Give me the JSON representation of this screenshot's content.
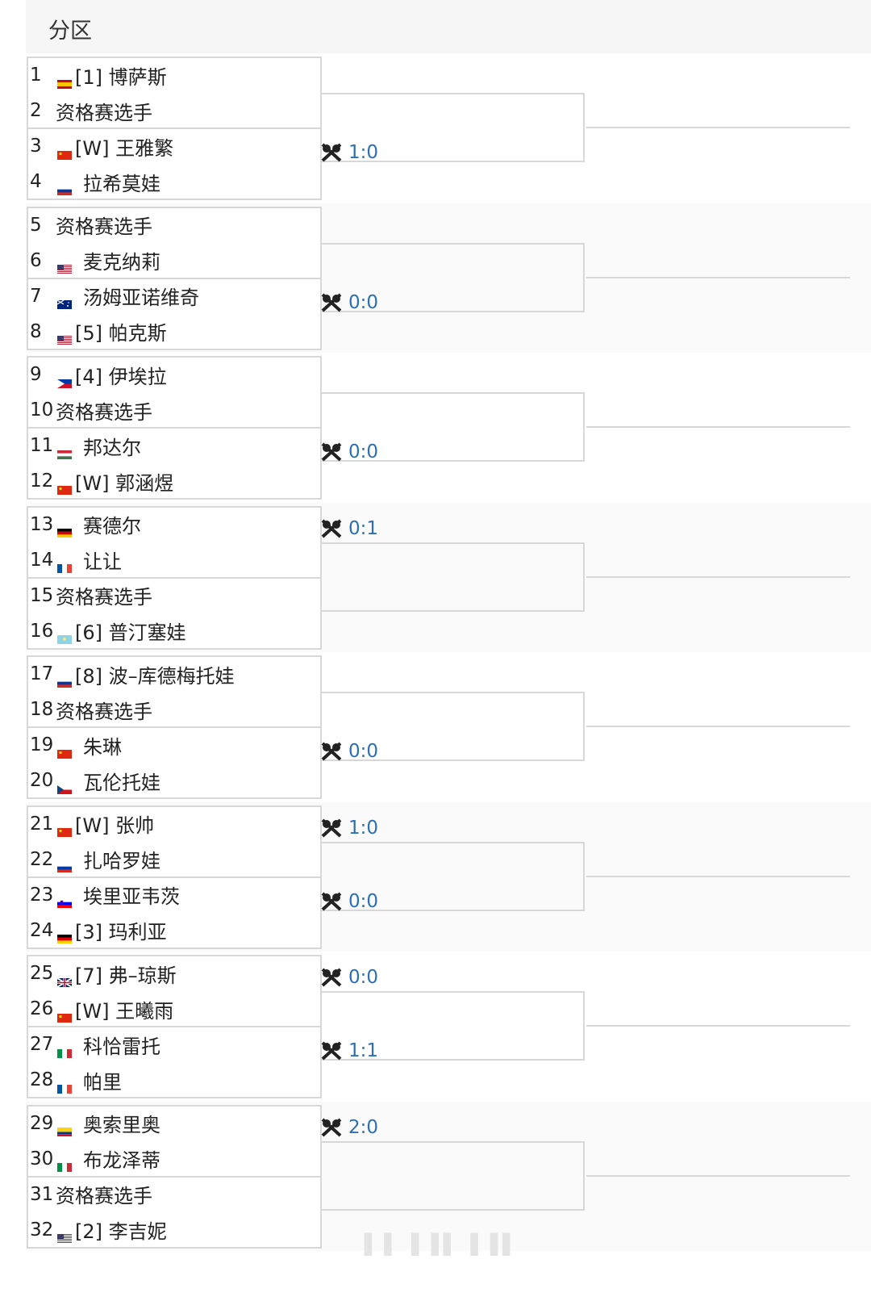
{
  "header": {
    "title": "分区"
  },
  "h2h_icon": "crossed-rackets-icon",
  "colors": {
    "h2h_text": "#2d6fb7",
    "line": "#d8d8d8"
  },
  "players": [
    {
      "seed": "1",
      "flag": "spain",
      "name": "[1] 博萨斯"
    },
    {
      "seed": "2",
      "flag": "",
      "name": "资格赛选手"
    },
    {
      "seed": "3",
      "flag": "china",
      "name": "[W] 王雅繁"
    },
    {
      "seed": "4",
      "flag": "russia",
      "name": "拉希莫娃"
    },
    {
      "seed": "5",
      "flag": "",
      "name": "资格赛选手"
    },
    {
      "seed": "6",
      "flag": "usa",
      "name": "麦克纳莉"
    },
    {
      "seed": "7",
      "flag": "australia",
      "name": "汤姆亚诺维奇"
    },
    {
      "seed": "8",
      "flag": "usa",
      "name": "[5] 帕克斯"
    },
    {
      "seed": "9",
      "flag": "philippines",
      "name": "[4] 伊埃拉"
    },
    {
      "seed": "10",
      "flag": "",
      "name": "资格赛选手"
    },
    {
      "seed": "11",
      "flag": "hungary",
      "name": "邦达尔"
    },
    {
      "seed": "12",
      "flag": "china",
      "name": "[W] 郭涵煜"
    },
    {
      "seed": "13",
      "flag": "germany",
      "name": "赛德尔"
    },
    {
      "seed": "14",
      "flag": "france",
      "name": "让让"
    },
    {
      "seed": "15",
      "flag": "",
      "name": "资格赛选手"
    },
    {
      "seed": "16",
      "flag": "kazakhstan",
      "name": "[6] 普汀塞娃"
    },
    {
      "seed": "17",
      "flag": "russia",
      "name": "[8] 波–库德梅托娃"
    },
    {
      "seed": "18",
      "flag": "",
      "name": "资格赛选手"
    },
    {
      "seed": "19",
      "flag": "china",
      "name": "朱琳"
    },
    {
      "seed": "20",
      "flag": "czech",
      "name": "瓦伦托娃"
    },
    {
      "seed": "21",
      "flag": "china",
      "name": "[W] 张帅"
    },
    {
      "seed": "22",
      "flag": "russia",
      "name": "扎哈罗娃"
    },
    {
      "seed": "23",
      "flag": "slovenia",
      "name": "埃里亚韦茨"
    },
    {
      "seed": "24",
      "flag": "germany",
      "name": "[3] 玛利亚"
    },
    {
      "seed": "25",
      "flag": "uk",
      "name": "[7] 弗–琼斯"
    },
    {
      "seed": "26",
      "flag": "china",
      "name": "[W] 王曦雨"
    },
    {
      "seed": "27",
      "flag": "italy",
      "name": "科恰雷托"
    },
    {
      "seed": "28",
      "flag": "france",
      "name": "帕里"
    },
    {
      "seed": "29",
      "flag": "colombia",
      "name": "奥索里奥"
    },
    {
      "seed": "30",
      "flag": "italy",
      "name": "布龙泽蒂"
    },
    {
      "seed": "31",
      "flag": "",
      "name": "资格赛选手"
    },
    {
      "seed": "32",
      "flag": "usa",
      "name": "[2] 李吉妮"
    }
  ],
  "h2h": [
    {
      "group": 0,
      "slot": "lower",
      "score": "1:0"
    },
    {
      "group": 1,
      "slot": "lower",
      "score": "0:0"
    },
    {
      "group": 2,
      "slot": "lower",
      "score": "0:0"
    },
    {
      "group": 3,
      "slot": "upper",
      "score": "0:1"
    },
    {
      "group": 4,
      "slot": "lower",
      "score": "0:0"
    },
    {
      "group": 5,
      "slot": "upper",
      "score": "1:0"
    },
    {
      "group": 5,
      "slot": "lower",
      "score": "0:0"
    },
    {
      "group": 6,
      "slot": "upper",
      "score": "0:0"
    },
    {
      "group": 6,
      "slot": "lower",
      "score": "1:1"
    },
    {
      "group": 7,
      "slot": "upper",
      "score": "2:0"
    }
  ]
}
